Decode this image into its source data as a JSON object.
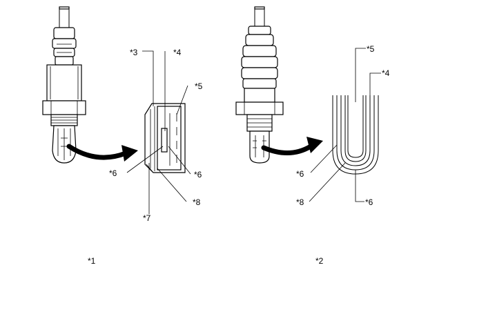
{
  "figure": {
    "left_caption": "*1",
    "right_caption": "*2"
  },
  "left_callouts": {
    "c3": "*3",
    "c4": "*4",
    "c5": "*5",
    "c6a": "*6",
    "c6b": "*6",
    "c7": "*7",
    "c8": "*8"
  },
  "right_callouts": {
    "c5": "*5",
    "c4": "*4",
    "c6a": "*6",
    "c8": "*8",
    "c6b": "*6"
  },
  "colors": {
    "line": "#000000",
    "background": "#ffffff"
  }
}
